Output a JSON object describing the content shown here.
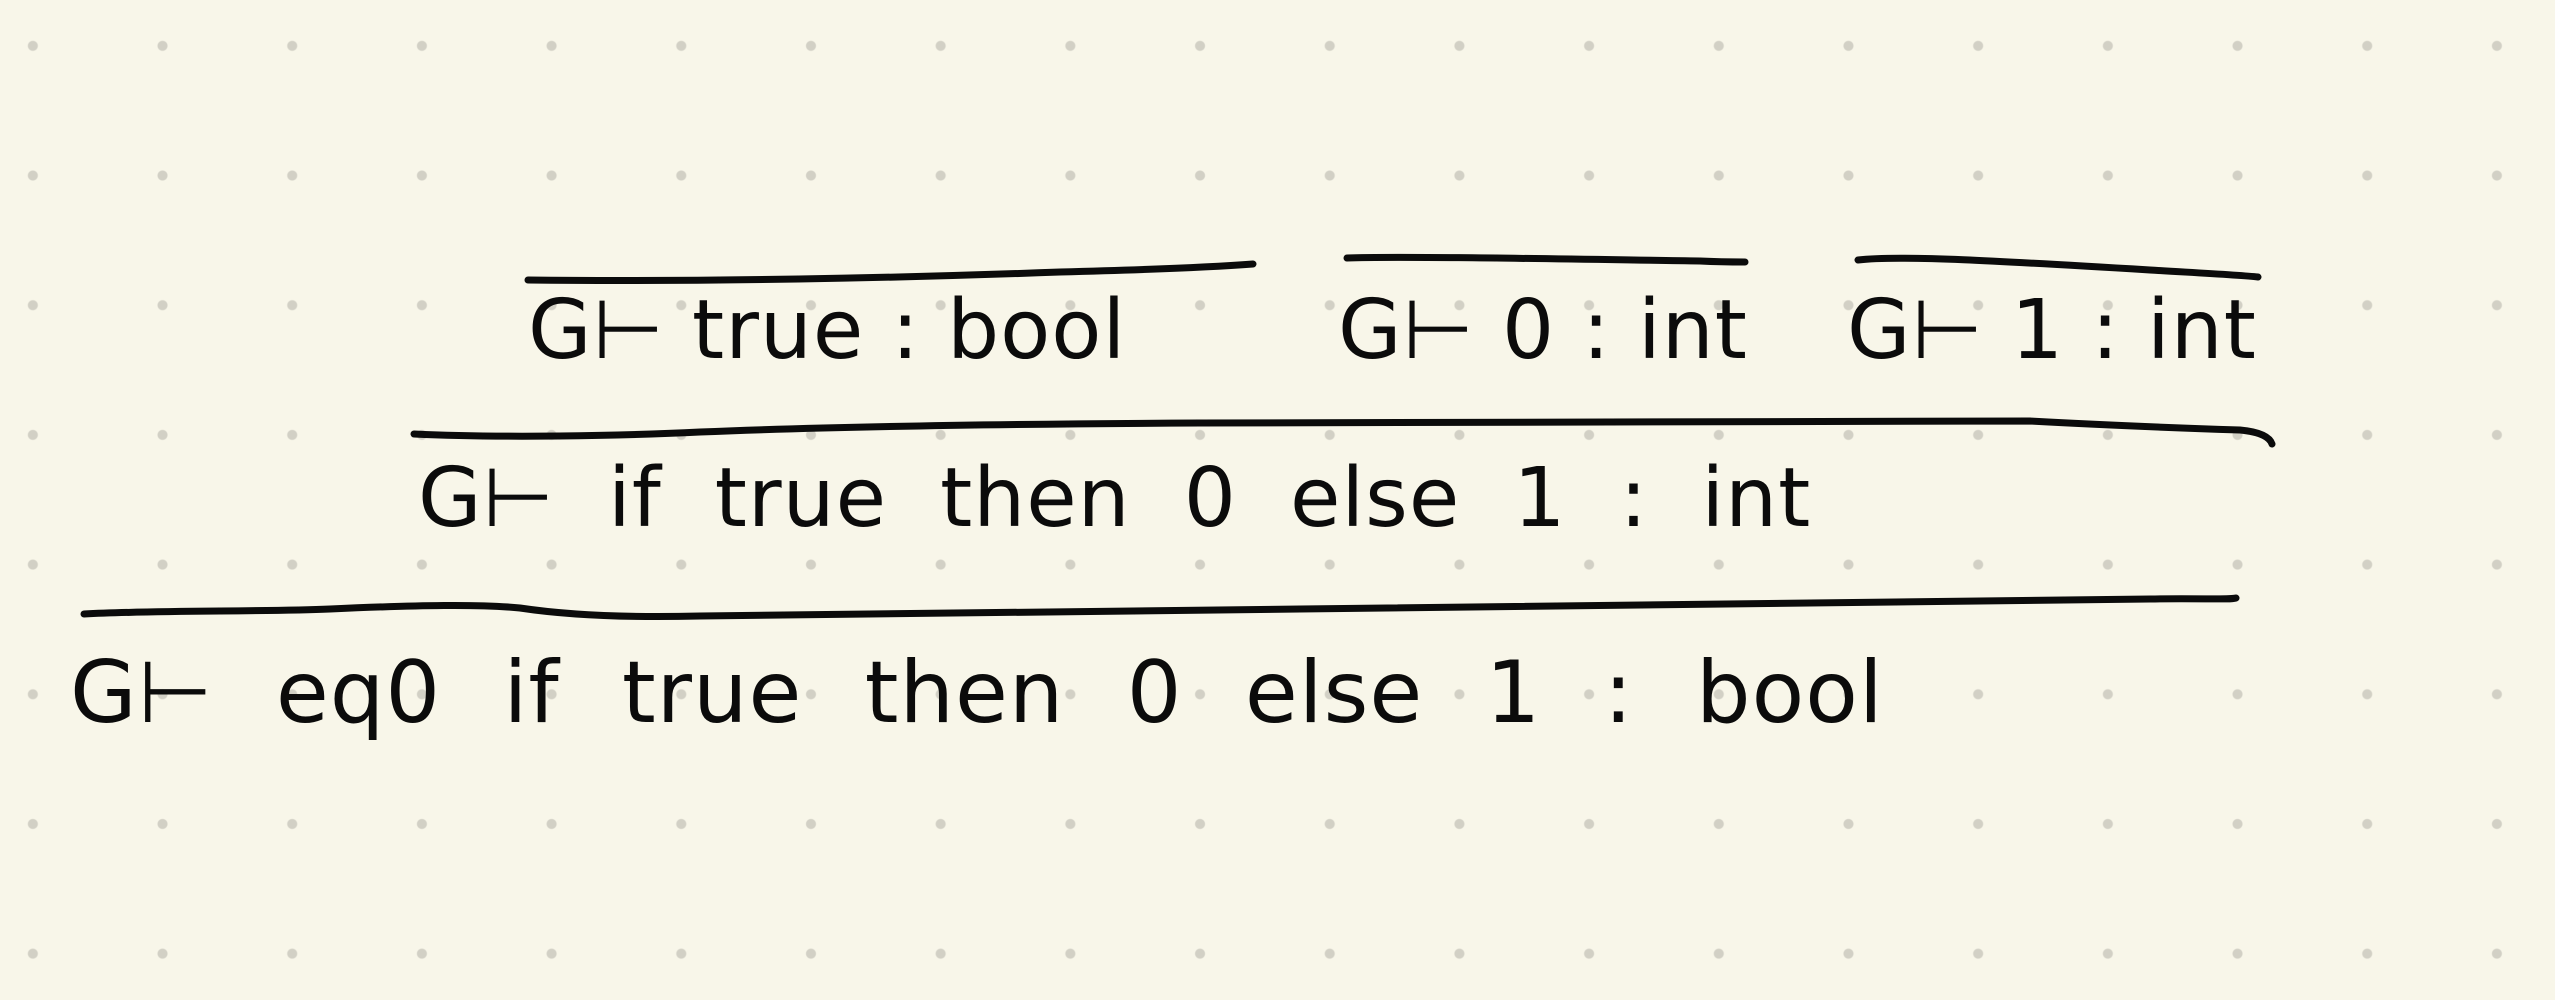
{
  "derivation": {
    "premises": {
      "bool_judgment": "G⊢ true : bool",
      "zero_judgment": "G⊢ 0 : int",
      "one_judgment": "G⊢ 1 : int"
    },
    "middle": {
      "judgment": "G⊢ if true then 0 else 1 : int"
    },
    "conclusion": {
      "judgment": "G⊢ eq0 if true then 0 else 1 : bool"
    }
  }
}
